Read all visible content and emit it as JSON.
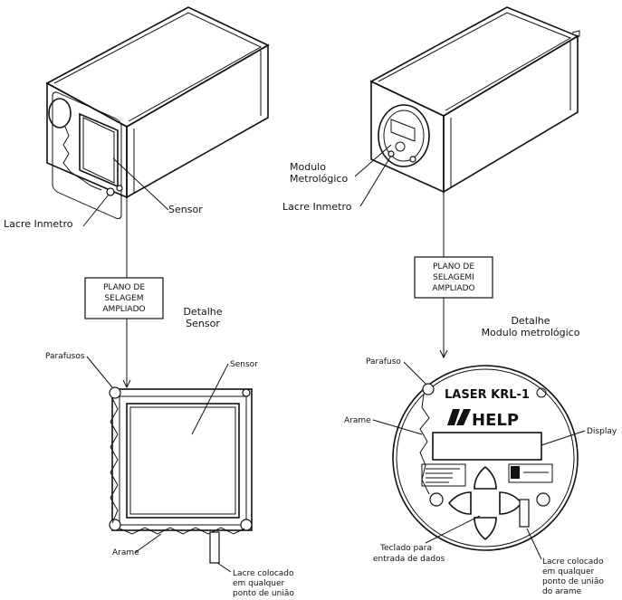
{
  "left": {
    "lacre_inmetro": "Lacre Inmetro",
    "sensor_label": "Sensor",
    "box": [
      "PLANO DE",
      "SELAGEM",
      "AMPLIADO"
    ],
    "detail_title": [
      "Detalhe",
      "Sensor"
    ],
    "parafusos": "Parafusos",
    "sensor_detail": "Sensor",
    "arame": "Arame",
    "lacre_note": [
      "Lacre colocado",
      "em qualquer",
      "ponto de união"
    ]
  },
  "right": {
    "modulo": [
      "Modulo",
      "Metrológico"
    ],
    "lacre_inmetro": "Lacre Inmetro",
    "box": [
      "PLANO DE",
      "SELAGEMI",
      "AMPLIADO"
    ],
    "detail_title": [
      "Detalhe",
      "Modulo metrológico"
    ],
    "parafuso": "Parafuso",
    "arame": "Arame",
    "device_name": "LASER KRL-1",
    "brand": "HELP",
    "display": "Display",
    "teclado": [
      "Teclado para",
      "entrada de dados"
    ],
    "lacre_note": [
      "Lacre colocado",
      "em qualquer",
      "ponto de união",
      "do arame"
    ]
  }
}
